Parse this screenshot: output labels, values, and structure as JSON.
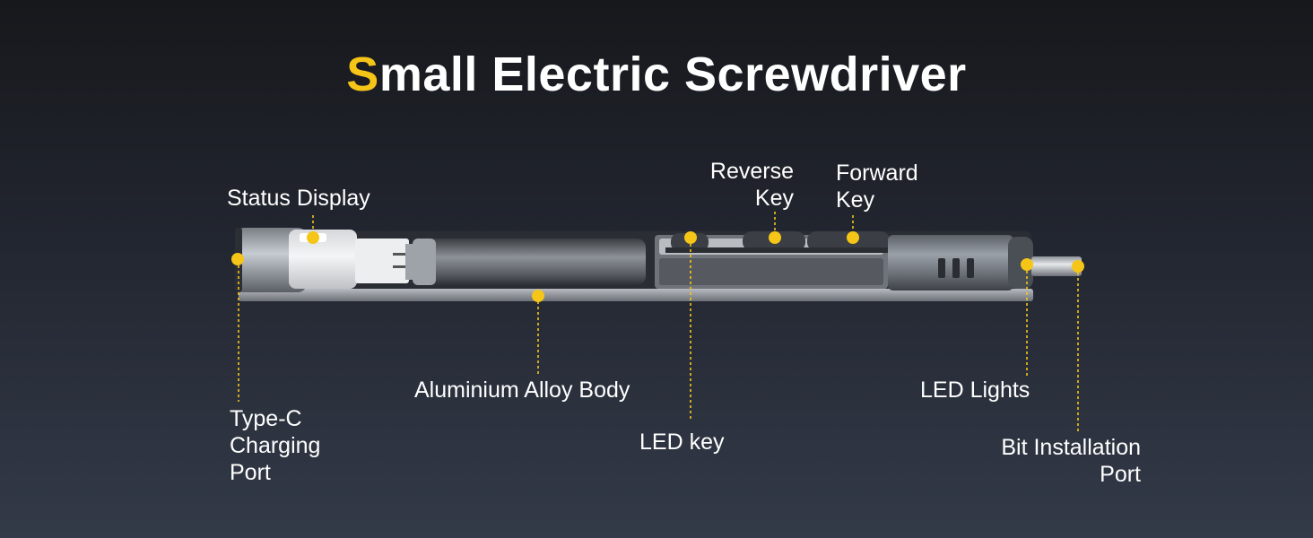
{
  "title": {
    "accent_letter": "S",
    "rest": "mall Electric Screwdriver"
  },
  "labels": {
    "status_display": "Status Display",
    "reverse_key": [
      "Reverse",
      "Key"
    ],
    "forward_key": [
      "Forward",
      "Key"
    ],
    "aluminium_body": "Aluminium Alloy Body",
    "led_lights": "LED Lights",
    "type_c_port": [
      "Type-C",
      "Charging",
      "Port"
    ],
    "led_key": "LED key",
    "bit_port": [
      "Bit Installation",
      "Port"
    ]
  },
  "colors": {
    "accent": "#f5c518",
    "text": "#ffffff",
    "background_top": "#17181c",
    "background_bottom": "#333a48"
  }
}
